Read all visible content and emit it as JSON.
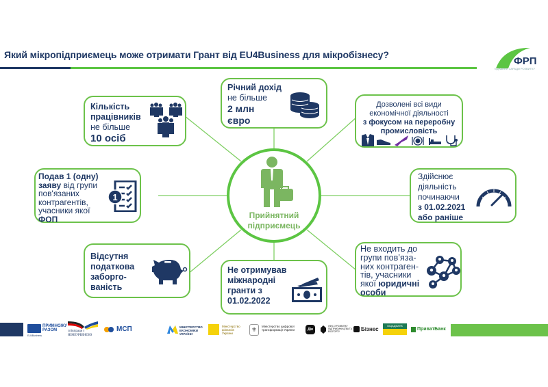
{
  "header": {
    "title": "Який мікропідприємець може отримати Грант від EU4Business для мікробізнесу?",
    "logo_text": "ФРП",
    "logo_tagline": "ЄДНАННЯ ЗАРАДИ РОЗВИТКУ"
  },
  "center": {
    "label_line1": "Прийнятний",
    "label_line2": "підприємець",
    "icon": "businessman-icon"
  },
  "cards": {
    "employees": {
      "l1": "Кількість",
      "l2": "працівників",
      "l3": "не більше",
      "l4": "10 осіб",
      "icon": "people-group-icon"
    },
    "income": {
      "l1": "Річний дохід",
      "l2": "не більше",
      "l3": "2 млн",
      "l4": "євро",
      "icon": "coins-icon"
    },
    "activity": {
      "l1": "Дозволені всі види",
      "l2": "економічної діяльності",
      "l3": "з фокусом на переробну",
      "l4": "промисловість",
      "icons": [
        "suit-icon",
        "shoe-icon",
        "candy-icon",
        "plate-icon",
        "bed-icon",
        "stethoscope-icon"
      ]
    },
    "application": {
      "l1": "Подав 1 (одну)",
      "l2a": "заяву",
      "l2b": " від групи",
      "l3": "пов'язаних",
      "l4": "контрагентів,",
      "l5": "учасники якої",
      "l6": "ФОП",
      "badge": "1",
      "icon": "checklist-icon"
    },
    "start": {
      "l1": "Здійснює",
      "l2": "діяльність",
      "l3": "починаючи",
      "l4": "з 01.02.2021",
      "l5": "або раніше",
      "icon": "speedometer-icon"
    },
    "tax": {
      "l1": "Відсутня",
      "l2": "податкова",
      "l3": "заборго-",
      "l4": "ваність",
      "icon": "piggy-bank-icon"
    },
    "grants": {
      "l1": "Не отримував",
      "l2": "міжнародні",
      "l3": "гранти з",
      "l4": "01.02.2022",
      "icon": "money-icon"
    },
    "group": {
      "l1": "Не входить до",
      "l2": "групи пов’яза-",
      "l3": "них контраген-",
      "l4": "тів, учасники",
      "l5a": "якої ",
      "l5b": "юридичні",
      "l6": "особи",
      "icon": "network-icon"
    }
  },
  "footer": {
    "logos": [
      {
        "name": "eu4business",
        "text": "ПРИМНОЖУ РАЗОМ",
        "sub": "EU4Business"
      },
      {
        "name": "german-cooperation",
        "text": "співпраця з НІМЕЧЧИНОЮ"
      },
      {
        "name": "msp",
        "text": "МСП"
      },
      {
        "name": "ministry-economy",
        "text": "МІНІСТЕРСТВО ЕКОНОМІКИ УКРАЇНИ"
      },
      {
        "name": "ministry-finance",
        "text": "Міністерство фінансів України"
      },
      {
        "name": "ministry-digital",
        "text": "Міністерство цифрової трансформації України"
      },
      {
        "name": "diia",
        "text": "Дія"
      },
      {
        "name": "entrepreneurship-office",
        "text": "ОФІС З РОЗВИТКУ ПІДПРИЄМНИЦТВА ТА ЕКСПОРТУ"
      },
      {
        "name": "diia-business",
        "text": "Бізнес"
      },
      {
        "name": "oschadbank",
        "text": "ОЩАДБАНК"
      },
      {
        "name": "privatbank",
        "text": "ПриватБанк"
      }
    ]
  },
  "colors": {
    "navy": "#1f3864",
    "green": "#5cc543",
    "soft_green": "#7bb661"
  }
}
